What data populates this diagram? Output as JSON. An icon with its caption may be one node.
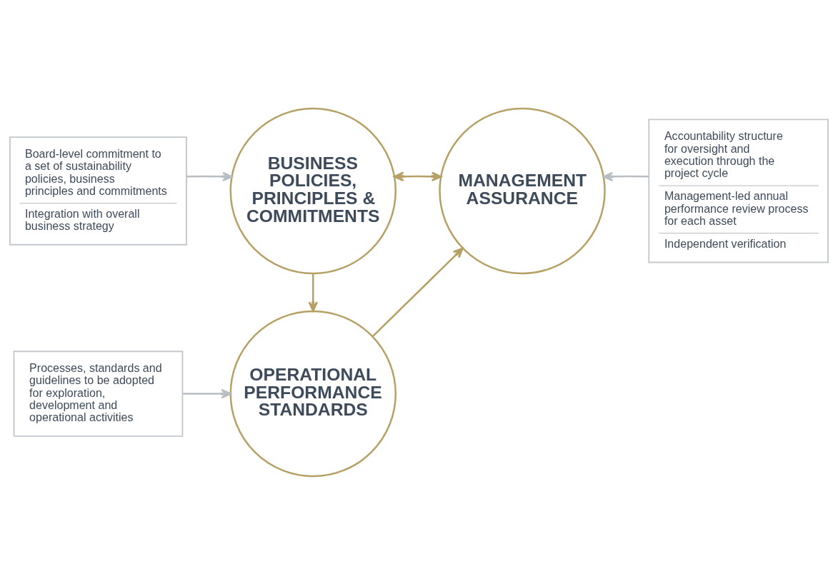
{
  "diagram": {
    "nodes": [
      {
        "text": [
          "Board-level commitment to a set of sustainability policies, business principles and commitments",
          "Integration with overall business strategy"
        ]
      },
      {
        "text": [
          "BUSINESS POLICIES, PRINCIPLES & COMMITMENTS"
        ]
      },
      {
        "text": [
          "MANAGEMENT ASSURANCE"
        ]
      },
      {
        "text": [
          "Accountability structure for oversight and execution through the project cycle",
          "Management-led annual performance review process for each asset",
          "Independent verification"
        ]
      },
      {
        "text": [
          "Processes, standards and guidelines to be adopted for exploration, development and operational activities"
        ]
      },
      {
        "text": [
          "OPERATIONAL PERFORMANCE STANDARDS"
        ]
      }
    ],
    "edges": [
      {
        "from": 0,
        "to": 1,
        "arrow": "to",
        "color": "#b8bec4"
      },
      {
        "from": 1,
        "to": 2,
        "arrow": "both",
        "color": "#b5a165"
      },
      {
        "from": 1,
        "to": 5,
        "arrow": "to",
        "color": "#b5a165"
      },
      {
        "from": 3,
        "to": 2,
        "arrow": "to",
        "color": "#b8bec4"
      },
      {
        "from": 4,
        "to": 5,
        "arrow": "to",
        "color": "#b8bec4"
      },
      {
        "from": 5,
        "to": 2,
        "arrow": "to",
        "color": "#b5a165"
      }
    ]
  }
}
